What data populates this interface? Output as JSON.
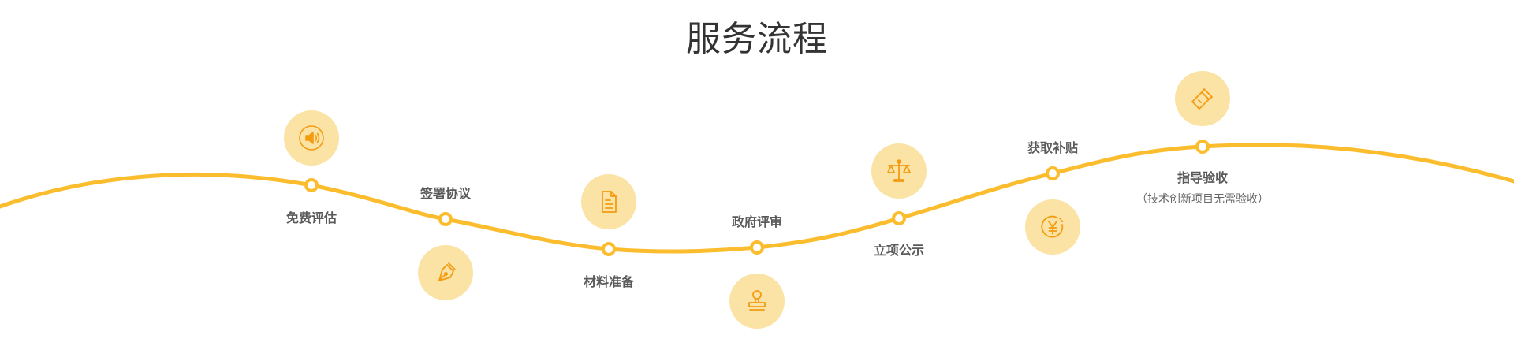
{
  "section": {
    "title": "服务流程"
  },
  "colors": {
    "curve": "#fbbd2d",
    "icon_bg": "#fbe3a5",
    "icon_stroke": "#f39c12"
  },
  "steps": [
    {
      "label": "免费评估",
      "icon": "speaker-icon"
    },
    {
      "label": "签署协议",
      "icon": "pen-nib-icon"
    },
    {
      "label": "材料准备",
      "icon": "document-icon"
    },
    {
      "label": "政府评审",
      "icon": "stamp-icon"
    },
    {
      "label": "立项公示",
      "icon": "scales-icon"
    },
    {
      "label": "获取补贴",
      "icon": "yen-coin-icon"
    },
    {
      "label": "指导验收",
      "icon": "flashlight-icon",
      "note": "（技术创新项目无需验收）"
    }
  ]
}
